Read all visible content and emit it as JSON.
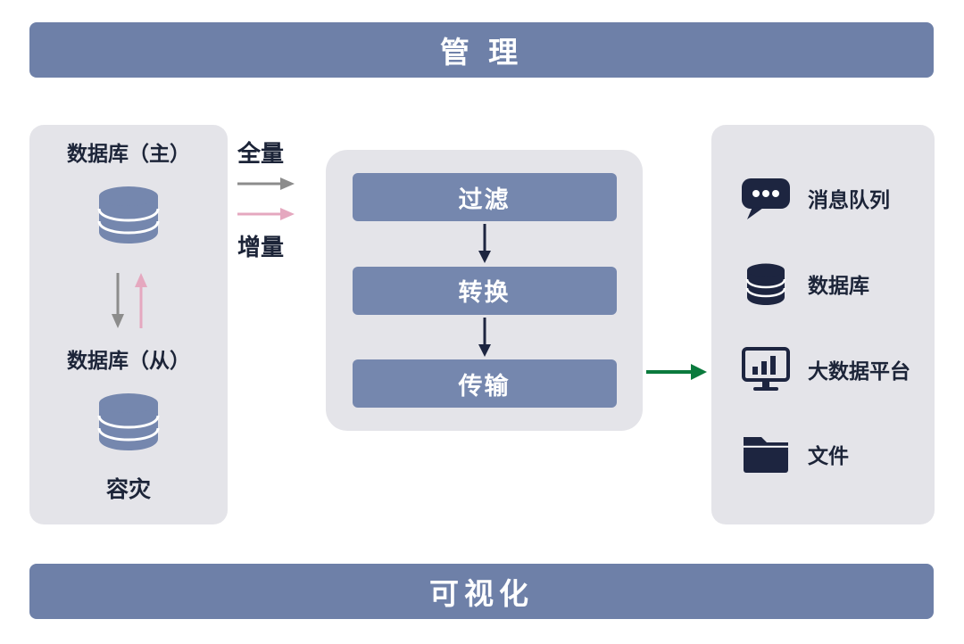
{
  "header": {
    "title": "管 理"
  },
  "footer": {
    "title": "可视化"
  },
  "left_panel": {
    "primary_label": "数据库（主）",
    "secondary_label": "数据库（从）",
    "disaster_label": "容灾"
  },
  "sync_labels": {
    "full": "全量",
    "incremental": "增量"
  },
  "pipeline": {
    "steps": [
      {
        "label": "过滤"
      },
      {
        "label": "转换"
      },
      {
        "label": "传输"
      }
    ]
  },
  "right_panel": {
    "items": [
      {
        "icon": "message-queue-icon",
        "label": "消息队列"
      },
      {
        "icon": "database-icon",
        "label": "数据库"
      },
      {
        "icon": "big-data-platform-icon",
        "label": "大数据平台"
      },
      {
        "icon": "folder-icon",
        "label": "文件"
      }
    ]
  },
  "colors": {
    "bar_blue": "#6e80a8",
    "panel_gray": "#e4e4e9",
    "box_blue": "#7587ae",
    "icon_navy": "#1d2540",
    "arrow_gray": "#8c8c8c",
    "arrow_pink": "#e5a8bf",
    "arrow_green": "#0b7a3d",
    "text_dark": "#1c2438"
  }
}
